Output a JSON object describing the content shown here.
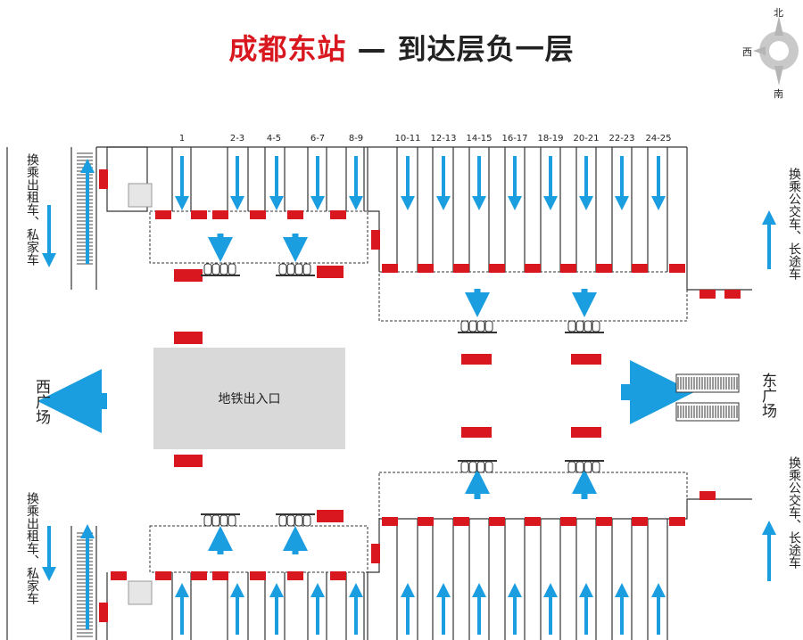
{
  "title": {
    "station": "成都东站",
    "separator": "—",
    "floor": "到达层负一层"
  },
  "compass": {
    "north": "北",
    "south": "南",
    "west": "西"
  },
  "platforms": [
    "1",
    "2-3",
    "4-5",
    "6-7",
    "8-9",
    "10-11",
    "12-13",
    "14-15",
    "16-17",
    "18-19",
    "20-21",
    "22-23",
    "24-25"
  ],
  "labels": {
    "taxi_top": "换乘出租车、私家车",
    "taxi_bottom": "换乘出租车、私家车",
    "bus_top": "换乘公交车、长途车",
    "bus_bottom": "换乘公交车、长途车",
    "west_plaza": "西广场",
    "east_plaza": "东广场",
    "metro": "地铁出入口"
  },
  "colors": {
    "title_red": "#d8171f",
    "arrow_blue": "#1a9ee0",
    "gate_red": "#d8171f",
    "metro_gray": "#d9d9d9"
  }
}
